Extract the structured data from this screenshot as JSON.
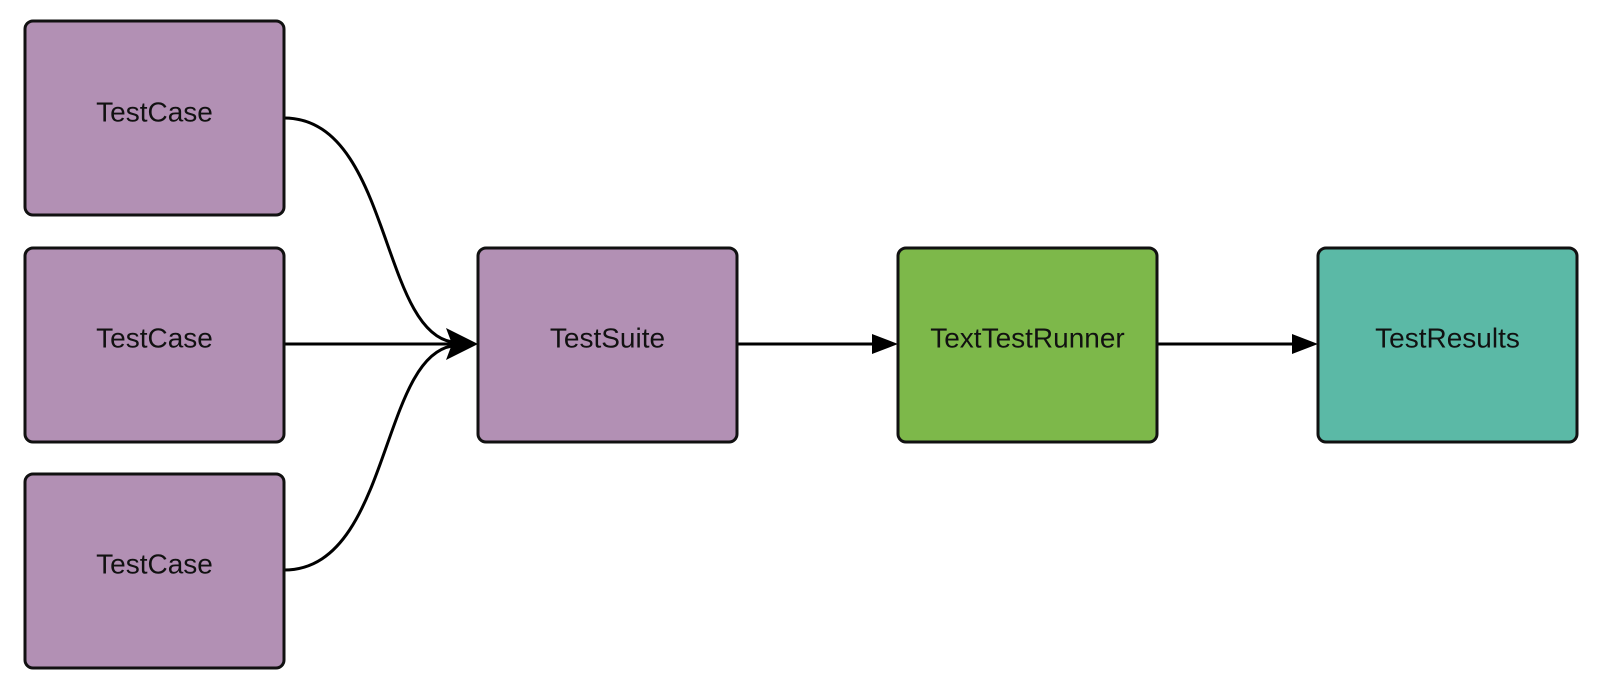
{
  "diagram": {
    "colors": {
      "testcase": "#b290b4",
      "testsuite": "#b290b4",
      "runner": "#7db84a",
      "results": "#5bb9a6",
      "stroke": "#111111",
      "arrow": "#000000"
    },
    "nodes": {
      "testcase_1": {
        "label": "TestCase"
      },
      "testcase_2": {
        "label": "TestCase"
      },
      "testcase_3": {
        "label": "TestCase"
      },
      "testsuite": {
        "label": "TestSuite"
      },
      "runner": {
        "label": "TextTestRunner"
      },
      "results": {
        "label": "TestResults"
      }
    },
    "edges": [
      {
        "from": "TestCase",
        "to": "TestSuite"
      },
      {
        "from": "TestCase",
        "to": "TestSuite"
      },
      {
        "from": "TestCase",
        "to": "TestSuite"
      },
      {
        "from": "TestSuite",
        "to": "TextTestRunner"
      },
      {
        "from": "TextTestRunner",
        "to": "TestResults"
      }
    ]
  }
}
